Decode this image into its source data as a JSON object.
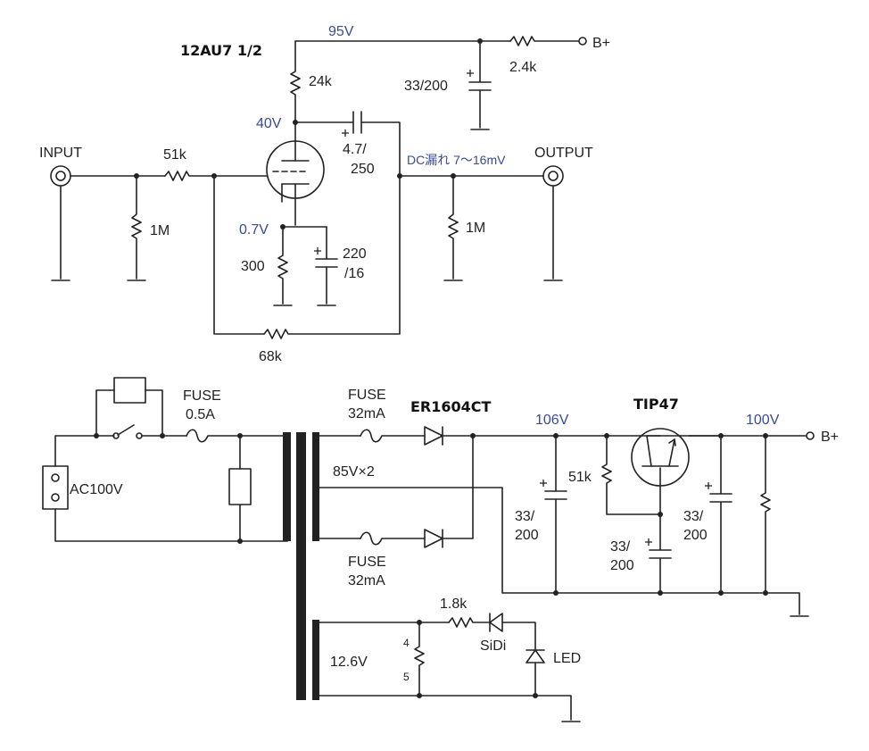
{
  "tube": {
    "title": "12AU7 1/2"
  },
  "voltages": {
    "b_plus_supply": "95V",
    "plate": "40V",
    "cathode": "0.7V",
    "dc_leak": "DC漏れ 7～16mV",
    "rectified": "106V",
    "regulated": "100V"
  },
  "amp": {
    "input": "INPUT",
    "output": "OUTPUT",
    "r_in_shunt": "1M",
    "r_grid": "51k",
    "r_plate": "24k",
    "r_cathode": "300",
    "r_feedback": "68k",
    "r_out_shunt": "1M",
    "r_decouple": "2.4k",
    "c_decouple": "33/200",
    "c_cathode_1": "220",
    "c_cathode_2": "/16",
    "c_coupling_1": "4.7/",
    "c_coupling_2": "250",
    "b_plus": "B+"
  },
  "psu": {
    "ac": "AC100V",
    "fuse_main_1": "FUSE",
    "fuse_main_2": "0.5A",
    "fuse_hv1_1": "FUSE",
    "fuse_hv1_2": "32mA",
    "fuse_hv2_1": "FUSE",
    "fuse_hv2_2": "32mA",
    "secondary_hv": "85V×2",
    "secondary_lv": "12.6V",
    "diode": "ER1604CT",
    "transistor": "TIP47",
    "r_bias": "51k",
    "c_in_1": "33/",
    "c_in_2": "200",
    "c_base_1": "33/",
    "c_base_2": "200",
    "c_out_1": "33/",
    "c_out_2": "200",
    "r_led": "1.8k",
    "pin4": "4",
    "pin5": "5",
    "sidi": "SiDi",
    "led": "LED",
    "b_plus": "B+"
  }
}
